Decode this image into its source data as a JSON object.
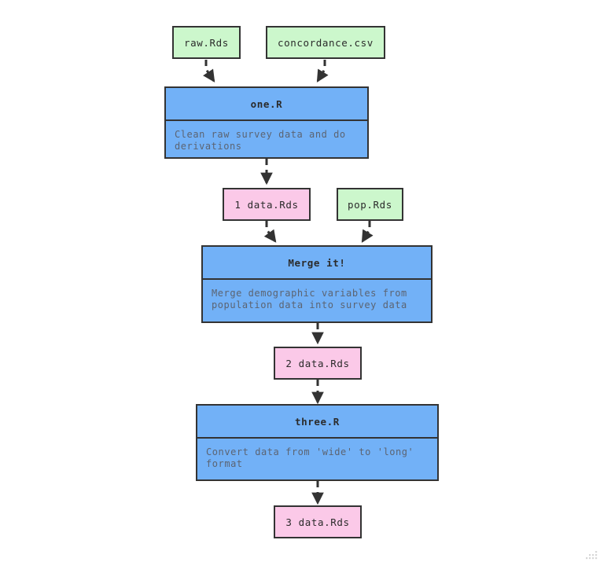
{
  "diagram": {
    "type": "flowchart",
    "title": "",
    "orientation": "top-to-bottom",
    "colors": {
      "input_file": "#ccf7cc",
      "intermediate_file": "#fbc9e8",
      "script": "#72b1f7",
      "border": "#333333",
      "title_text": "#2b2b2b",
      "description_text": "#5c6472",
      "edge": "#333333",
      "background": "#ffffff"
    },
    "edge_style": "dashed-with-arrowhead",
    "nodes": [
      {
        "id": "raw",
        "kind": "file",
        "color": "input_file",
        "title": "raw.Rds",
        "desc": ""
      },
      {
        "id": "concordance",
        "kind": "file",
        "color": "input_file",
        "title": "concordance.csv",
        "desc": ""
      },
      {
        "id": "one",
        "kind": "script",
        "color": "script",
        "title": "one.R",
        "desc": "Clean raw survey data and do\nderivations"
      },
      {
        "id": "data1",
        "kind": "file",
        "color": "intermediate_file",
        "title": "1 data.Rds",
        "desc": ""
      },
      {
        "id": "pop",
        "kind": "file",
        "color": "input_file",
        "title": "pop.Rds",
        "desc": ""
      },
      {
        "id": "merge",
        "kind": "script",
        "color": "script",
        "title": "Merge it!",
        "desc": "Merge demographic variables from\npopulation data into survey data"
      },
      {
        "id": "data2",
        "kind": "file",
        "color": "intermediate_file",
        "title": "2 data.Rds",
        "desc": ""
      },
      {
        "id": "three",
        "kind": "script",
        "color": "script",
        "title": "three.R",
        "desc": "Convert data from 'wide' to 'long'\nformat"
      },
      {
        "id": "data3",
        "kind": "file",
        "color": "intermediate_file",
        "title": "3 data.Rds",
        "desc": ""
      }
    ],
    "edges": [
      {
        "from": "raw",
        "to": "one"
      },
      {
        "from": "concordance",
        "to": "one"
      },
      {
        "from": "one",
        "to": "data1"
      },
      {
        "from": "data1",
        "to": "merge"
      },
      {
        "from": "pop",
        "to": "merge"
      },
      {
        "from": "merge",
        "to": "data2"
      },
      {
        "from": "data2",
        "to": "three"
      },
      {
        "from": "three",
        "to": "data3"
      }
    ]
  }
}
